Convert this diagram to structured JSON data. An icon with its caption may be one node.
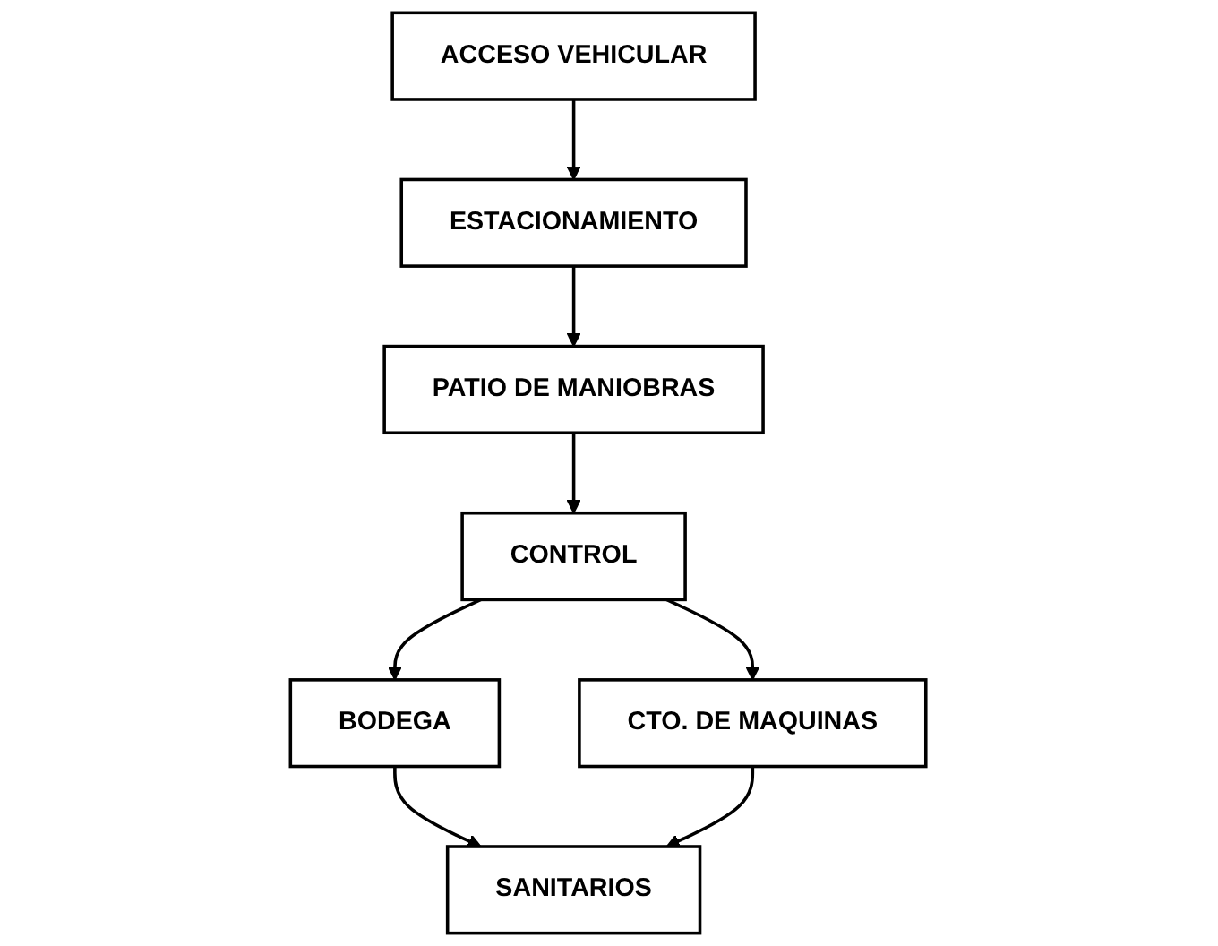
{
  "diagram": {
    "nodes": [
      {
        "text": [
          "ACCESO VEHICULAR"
        ]
      },
      {
        "text": [
          "ESTACIONAMIENTO"
        ]
      },
      {
        "text": [
          "PATIO DE MANIOBRAS"
        ]
      },
      {
        "text": [
          "CONTROL"
        ]
      },
      {
        "text": [
          "BODEGA"
        ]
      },
      {
        "text": [
          "CTO. DE MAQUINAS"
        ]
      },
      {
        "text": [
          "SANITARIOS"
        ]
      }
    ],
    "edges": [
      {
        "from": 0,
        "to": 1,
        "arrow": "to"
      },
      {
        "from": 1,
        "to": 2,
        "arrow": "to"
      },
      {
        "from": 2,
        "to": 3,
        "arrow": "to"
      },
      {
        "from": 3,
        "to": 4,
        "arrow": "to"
      },
      {
        "from": 3,
        "to": 5,
        "arrow": "to"
      },
      {
        "from": 4,
        "to": 6,
        "arrow": "to"
      },
      {
        "from": 5,
        "to": 6,
        "arrow": "to"
      }
    ]
  }
}
